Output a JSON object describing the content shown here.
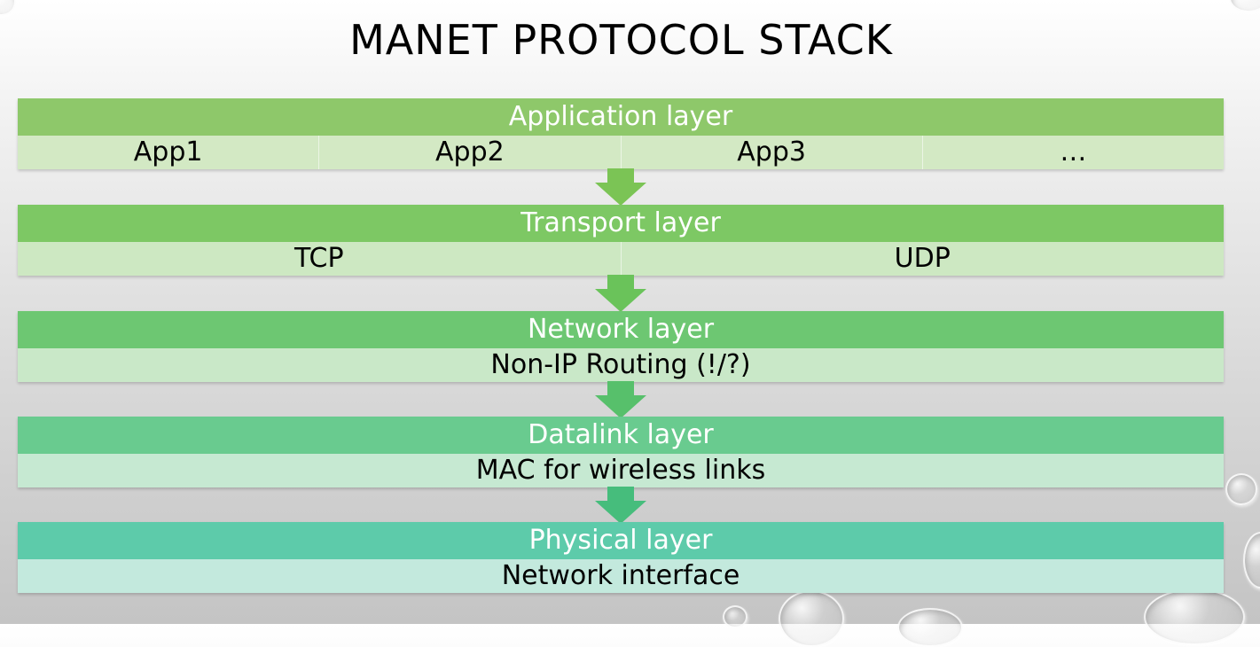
{
  "title": "MANET PROTOCOL STACK",
  "layers": [
    {
      "name": "Application layer",
      "cells": [
        "App1",
        "App2",
        "App3",
        "…"
      ],
      "head_color": "#8ec86a",
      "body_color": "#d3e9c4",
      "arrow_color": "#7bc455"
    },
    {
      "name": "Transport layer",
      "cells": [
        "TCP",
        "UDP"
      ],
      "head_color": "#7dc864",
      "body_color": "#cde8c2",
      "arrow_color": "#6ac35a"
    },
    {
      "name": "Network layer",
      "cells": [
        "Non-IP Routing (!/?)"
      ],
      "head_color": "#6dc772",
      "body_color": "#c9e8c8",
      "arrow_color": "#57c06b"
    },
    {
      "name": "Datalink layer",
      "cells": [
        "MAC for wireless links"
      ],
      "head_color": "#69cb8f",
      "body_color": "#c6e9d2",
      "arrow_color": "#46bd7c"
    },
    {
      "name": "Physical layer",
      "cells": [
        "Network interface"
      ],
      "head_color": "#5dcbaa",
      "body_color": "#c3e9dd"
    }
  ]
}
